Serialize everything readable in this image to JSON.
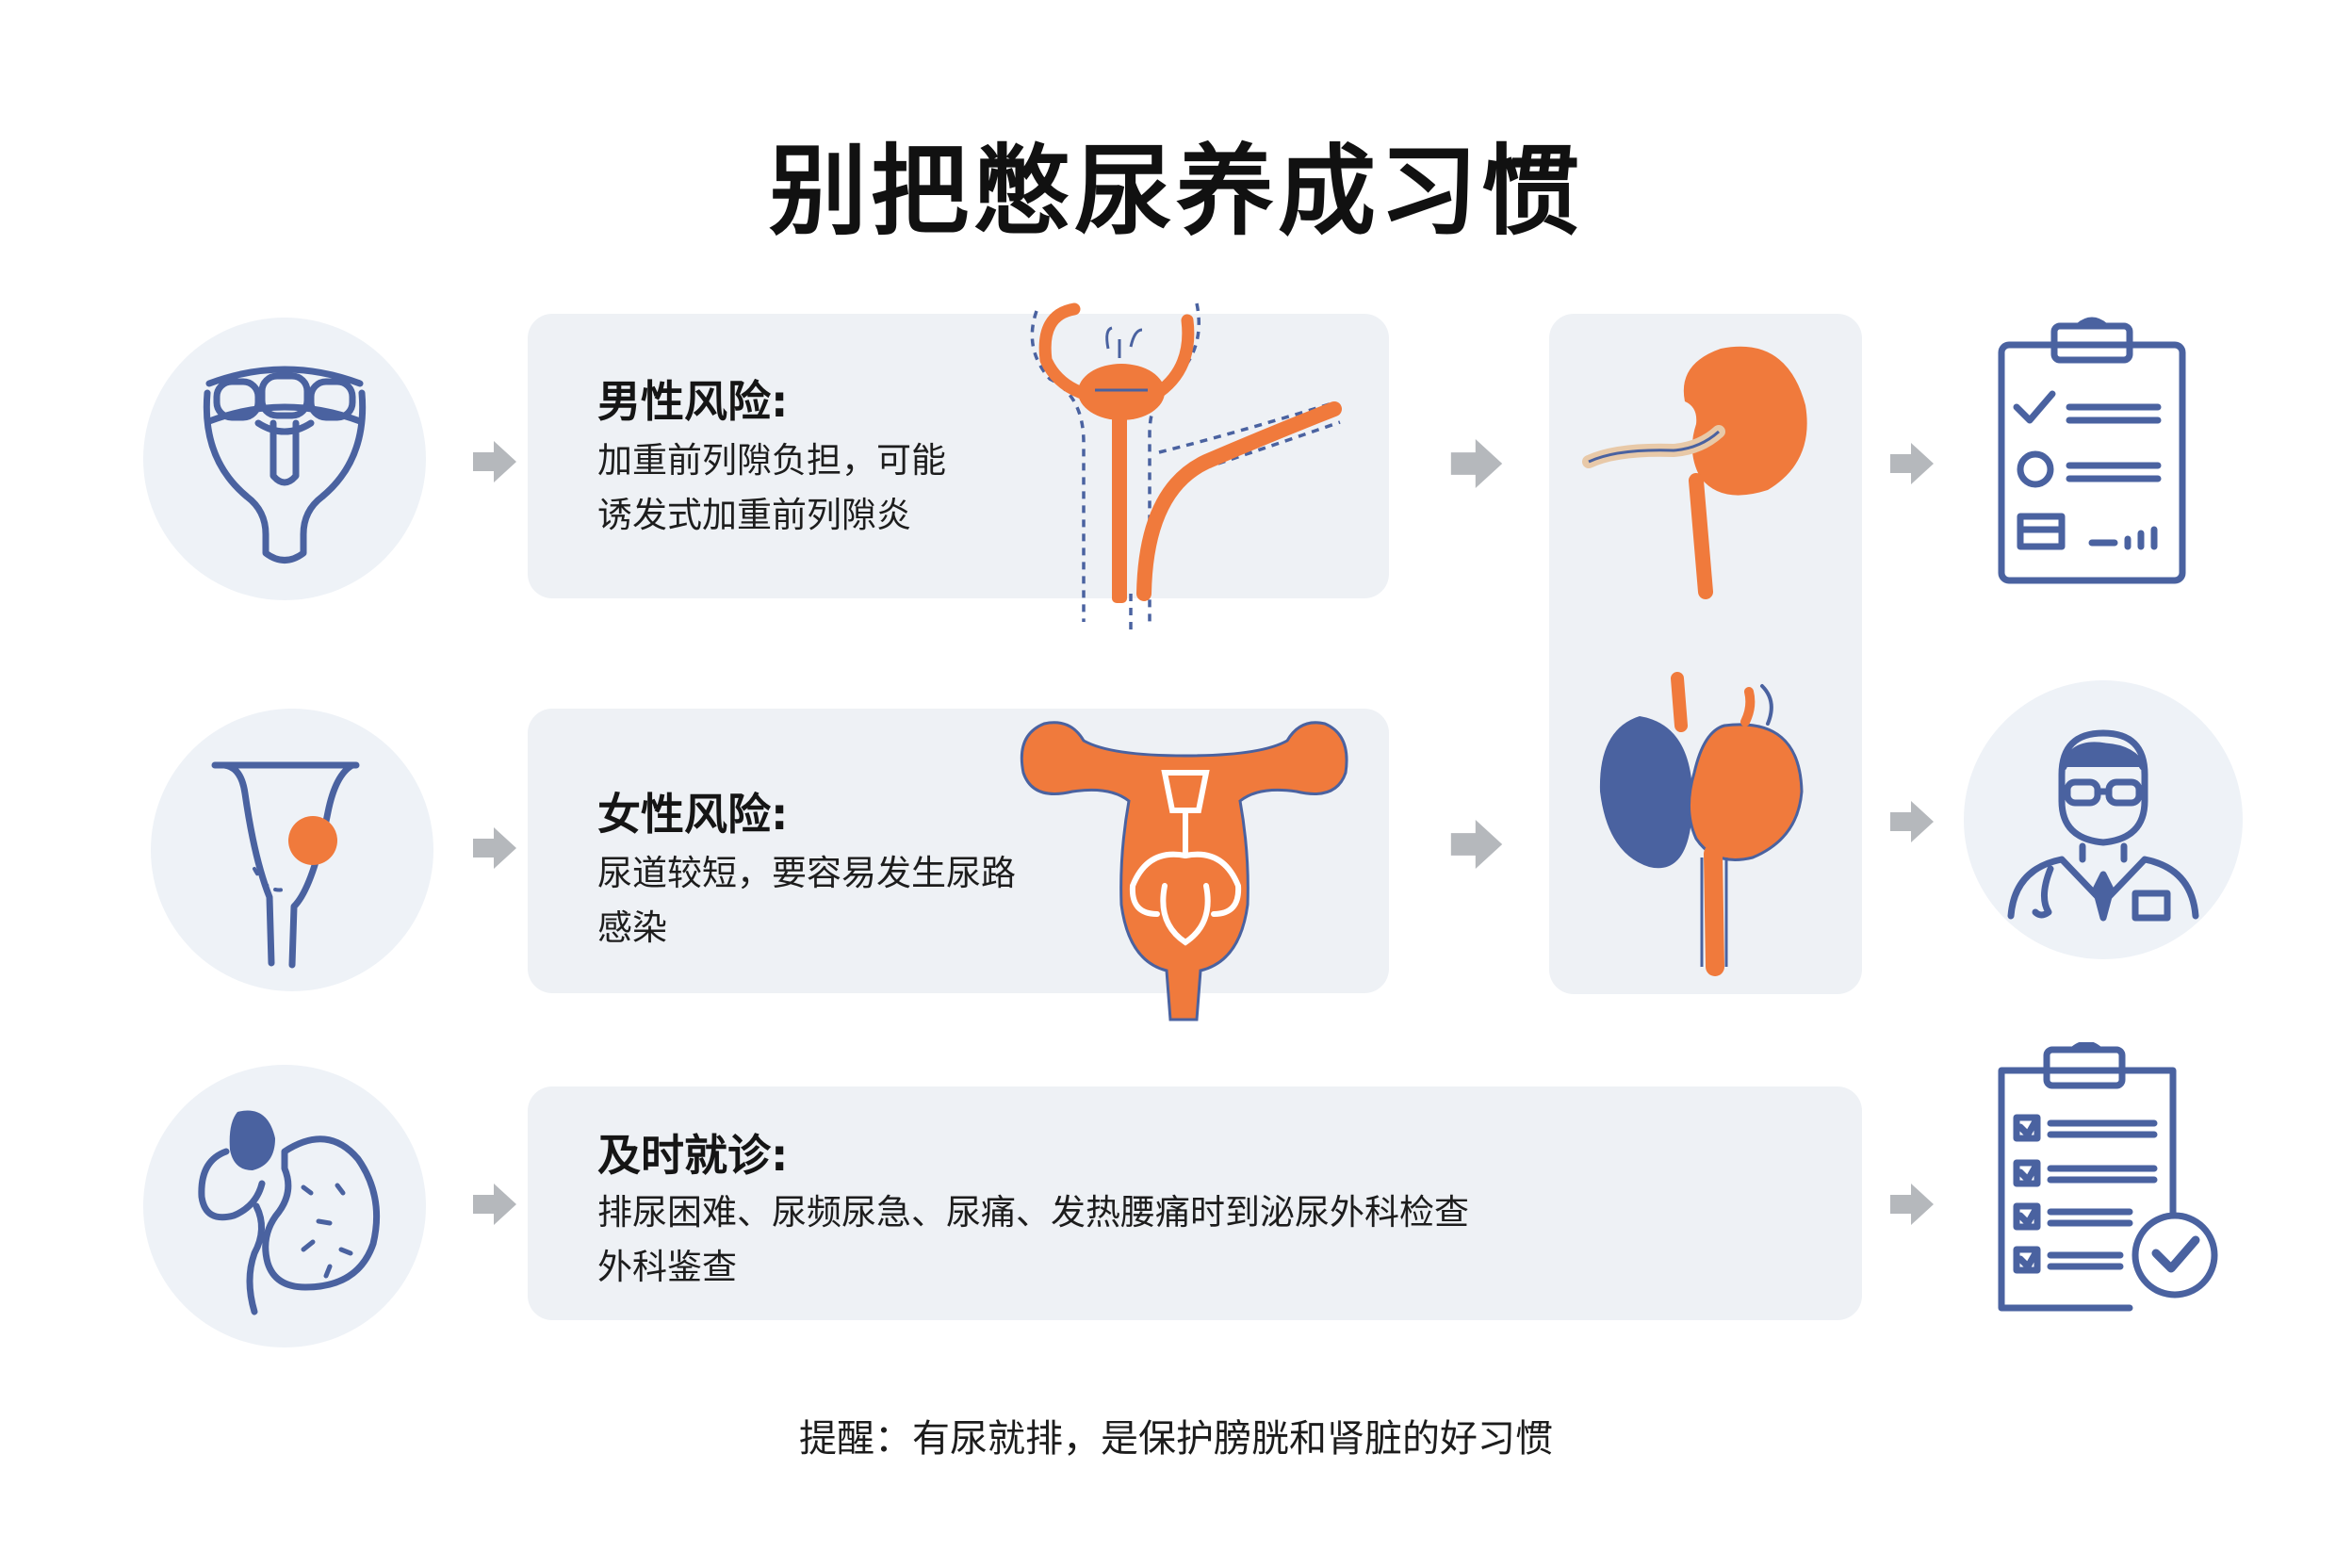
{
  "title": "别把憋尿养成习惯",
  "cards": {
    "male": {
      "heading": "男性风险:",
      "lines": [
        "加重前列隙负担，可能",
        "诱发式加重前列隙炎"
      ]
    },
    "female": {
      "heading": "女性风险:",
      "lines": [
        "尿道较短，要容易发生尿路",
        "感染"
      ]
    },
    "visit": {
      "heading": "及时就诊:",
      "lines": [
        "排尿困难、尿频尿急、尿痛、发热腰痛时到泌尿外科检查",
        "外科鉴查"
      ]
    }
  },
  "footer": "提醒：有尿就排，是保护膀胱和肾脏的好习惯",
  "colors": {
    "accent_orange": "#f07a3c",
    "accent_blue": "#4a62a0",
    "panel_bg": "#eef1f5",
    "arrow_gray": "#b5b8bc"
  },
  "icons": {
    "row1_left": "bladder-outline-icon",
    "row2_left": "funnel-bladder-icon",
    "row3_left": "kidney-outline-icon",
    "male_illustration": "male-urinary-tract-icon",
    "female_illustration": "female-urinary-tract-icon",
    "right_top": "kidney-ureter-icon",
    "right_bottom": "kidneys-bladder-icon",
    "end_1": "clipboard-checklist-icon",
    "end_2": "doctor-icon",
    "end_3": "clipboard-approved-icon",
    "arrow": "arrow-right-icon"
  }
}
